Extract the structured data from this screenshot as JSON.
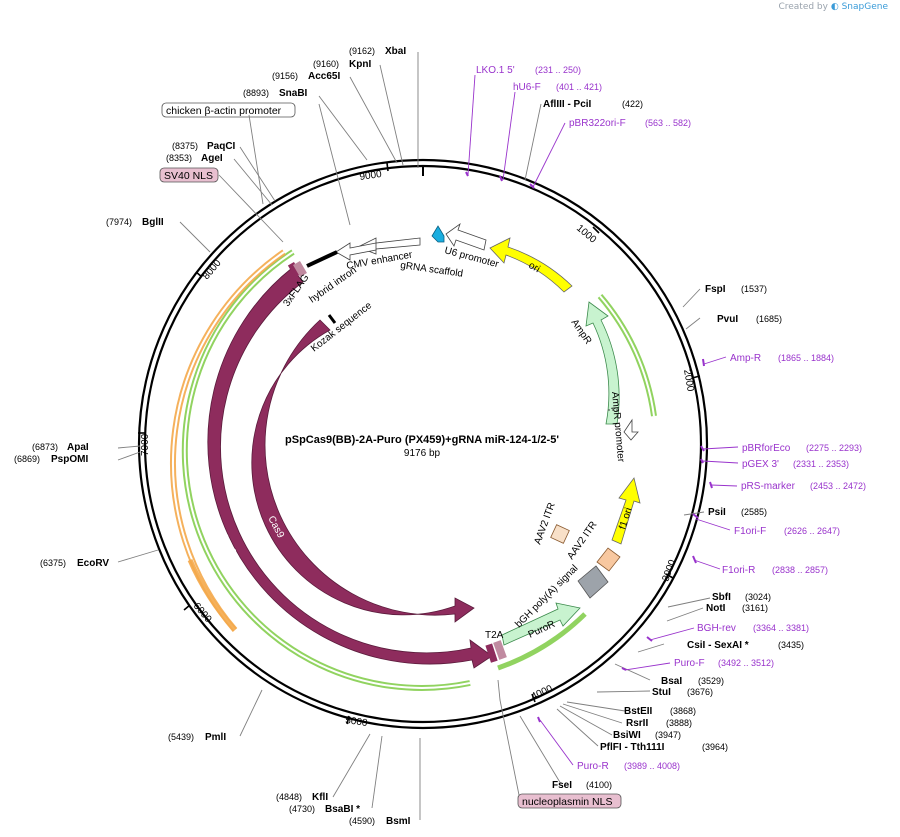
{
  "branding": {
    "created_by": "Created by",
    "product": "SnapGene"
  },
  "plasmid": {
    "name": "pSpCas9(BB)-2A-Puro (PX459)+gRNA miR-124-1/2-5'",
    "size": "9176 bp"
  },
  "ticks": [
    "1000",
    "2000",
    "3000",
    "4000",
    "5000",
    "6000",
    "7000",
    "8000",
    "9000"
  ],
  "sites": [
    {
      "pos": "(9162)",
      "name": "XbaI"
    },
    {
      "pos": "(9160)",
      "name": "KpnI"
    },
    {
      "pos": "(9156)",
      "name": "Acc65I"
    },
    {
      "pos": "(8893)",
      "name": "SnaBI"
    },
    {
      "pos": "(8375)",
      "name": "PaqCI"
    },
    {
      "pos": "(8353)",
      "name": "AgeI"
    },
    {
      "pos": "(7974)",
      "name": "BglII"
    },
    {
      "pos": "(6873)",
      "name": "ApaI"
    },
    {
      "pos": "(6869)",
      "name": "PspOMI"
    },
    {
      "pos": "(6375)",
      "name": "EcoRV"
    },
    {
      "pos": "(5439)",
      "name": "PmlI"
    },
    {
      "pos": "(4848)",
      "name": "KflI"
    },
    {
      "pos": "(4730)",
      "name": "BsaBI *"
    },
    {
      "pos": "(4590)",
      "name": "BsmI"
    },
    {
      "pos": "(4100)",
      "name": "FseI"
    },
    {
      "pos": "(3964)",
      "name": "PflFI - Tth111I"
    },
    {
      "pos": "(3947)",
      "name": "BsiWI"
    },
    {
      "pos": "(3888)",
      "name": "RsrII"
    },
    {
      "pos": "(3868)",
      "name": "BstEII"
    },
    {
      "pos": "(3676)",
      "name": "StuI"
    },
    {
      "pos": "(3529)",
      "name": "BsaI"
    },
    {
      "pos": "(3435)",
      "name": "CsiI - SexAI *"
    },
    {
      "pos": "(3161)",
      "name": "NotI"
    },
    {
      "pos": "(3024)",
      "name": "SbfI"
    },
    {
      "pos": "(2585)",
      "name": "PsiI"
    },
    {
      "pos": "(1685)",
      "name": "PvuI"
    },
    {
      "pos": "(1537)",
      "name": "FspI"
    },
    {
      "pos": "(422)",
      "name": "AflIII - PciI"
    }
  ],
  "primers": [
    {
      "name": "LKO.1 5'",
      "range": "(231 .. 250)"
    },
    {
      "name": "hU6-F",
      "range": "(401 .. 421)"
    },
    {
      "name": "pBR322ori-F",
      "range": "(563 .. 582)"
    },
    {
      "name": "Amp-R",
      "range": "(1865 .. 1884)"
    },
    {
      "name": "pBRforEco",
      "range": "(2275 .. 2293)"
    },
    {
      "name": "pGEX 3'",
      "range": "(2331 .. 2353)"
    },
    {
      "name": "pRS-marker",
      "range": "(2453 .. 2472)"
    },
    {
      "name": "F1ori-F",
      "range": "(2626 .. 2647)"
    },
    {
      "name": "F1ori-R",
      "range": "(2838 .. 2857)"
    },
    {
      "name": "BGH-rev",
      "range": "(3364 .. 3381)"
    },
    {
      "name": "Puro-F",
      "range": "(3492 .. 3512)"
    },
    {
      "name": "Puro-R",
      "range": "(3989 .. 4008)"
    }
  ],
  "boxed_labels": {
    "chicken": "chicken β-actin promoter",
    "sv40": "SV40 NLS",
    "nucleoplasmin": "nucleoplasmin NLS"
  },
  "features": {
    "cmv": "CMV enhancer",
    "grna": "gRNA scaffold",
    "u6": "U6 promoter",
    "ori": "ori",
    "ampr": "AmpR",
    "ampr_promoter": "AmpR promoter",
    "f1ori": "f1 ori",
    "aav2_itr_a": "AAV2 ITR",
    "aav2_itr_b": "AAV2 ITR",
    "bgh": "bGH poly(A) signal",
    "puror": "PuroR",
    "t2a": "T2A",
    "cas9_inner": "Cas9",
    "cas9_outer": "Cas9",
    "kozak": "Kozak sequence",
    "hybrid_intron": "hybrid intron",
    "flag": "3xFLAG"
  },
  "colors": {
    "cas9": "#8e2c5d",
    "flag": "#c08aa0",
    "puror": "#c8f3cf",
    "ori": "#ffff00",
    "ampr": "#c8f3cf",
    "itr": "#f8c8a0",
    "bgh": "#9da3aa",
    "u6_marker": "#1aaee0",
    "selection_orange": "#f4a94a",
    "selection_green": "#7ecb44",
    "primer": "#9933cc",
    "site_line": "#7f7f7f"
  }
}
